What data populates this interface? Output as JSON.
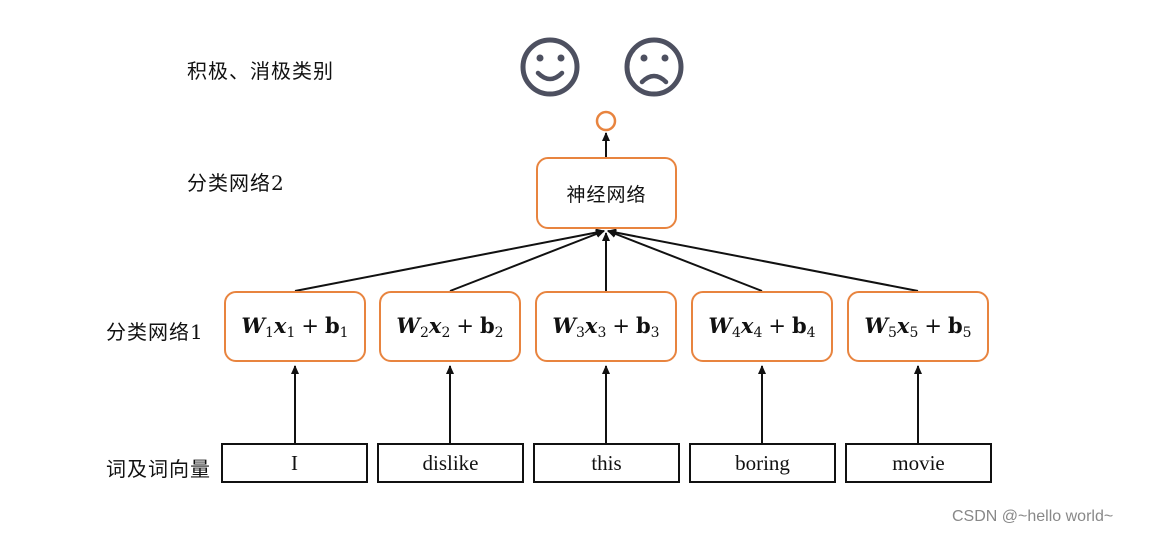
{
  "labels": {
    "category": "积极、消极类别",
    "net2": "分类网络2",
    "net1": "分类网络1",
    "words": "词及词向量"
  },
  "neural_net": "神经网络",
  "formulas": [
    {
      "W": "W",
      "x": "x",
      "b": "b",
      "idx": "1"
    },
    {
      "W": "W",
      "x": "x",
      "b": "b",
      "idx": "2"
    },
    {
      "W": "W",
      "x": "x",
      "b": "b",
      "idx": "3"
    },
    {
      "W": "W",
      "x": "x",
      "b": "b",
      "idx": "4"
    },
    {
      "W": "W",
      "x": "x",
      "b": "b",
      "idx": "5"
    }
  ],
  "plus": "+",
  "words": [
    "I",
    "dislike",
    "this",
    "boring",
    "movie"
  ],
  "icons": {
    "positive": "smiley-face-icon",
    "negative": "frowning-face-icon"
  },
  "colors": {
    "accent": "#e8843f",
    "face": "#4d5060",
    "line": "#111111"
  },
  "watermark": "CSDN @~hello world~"
}
